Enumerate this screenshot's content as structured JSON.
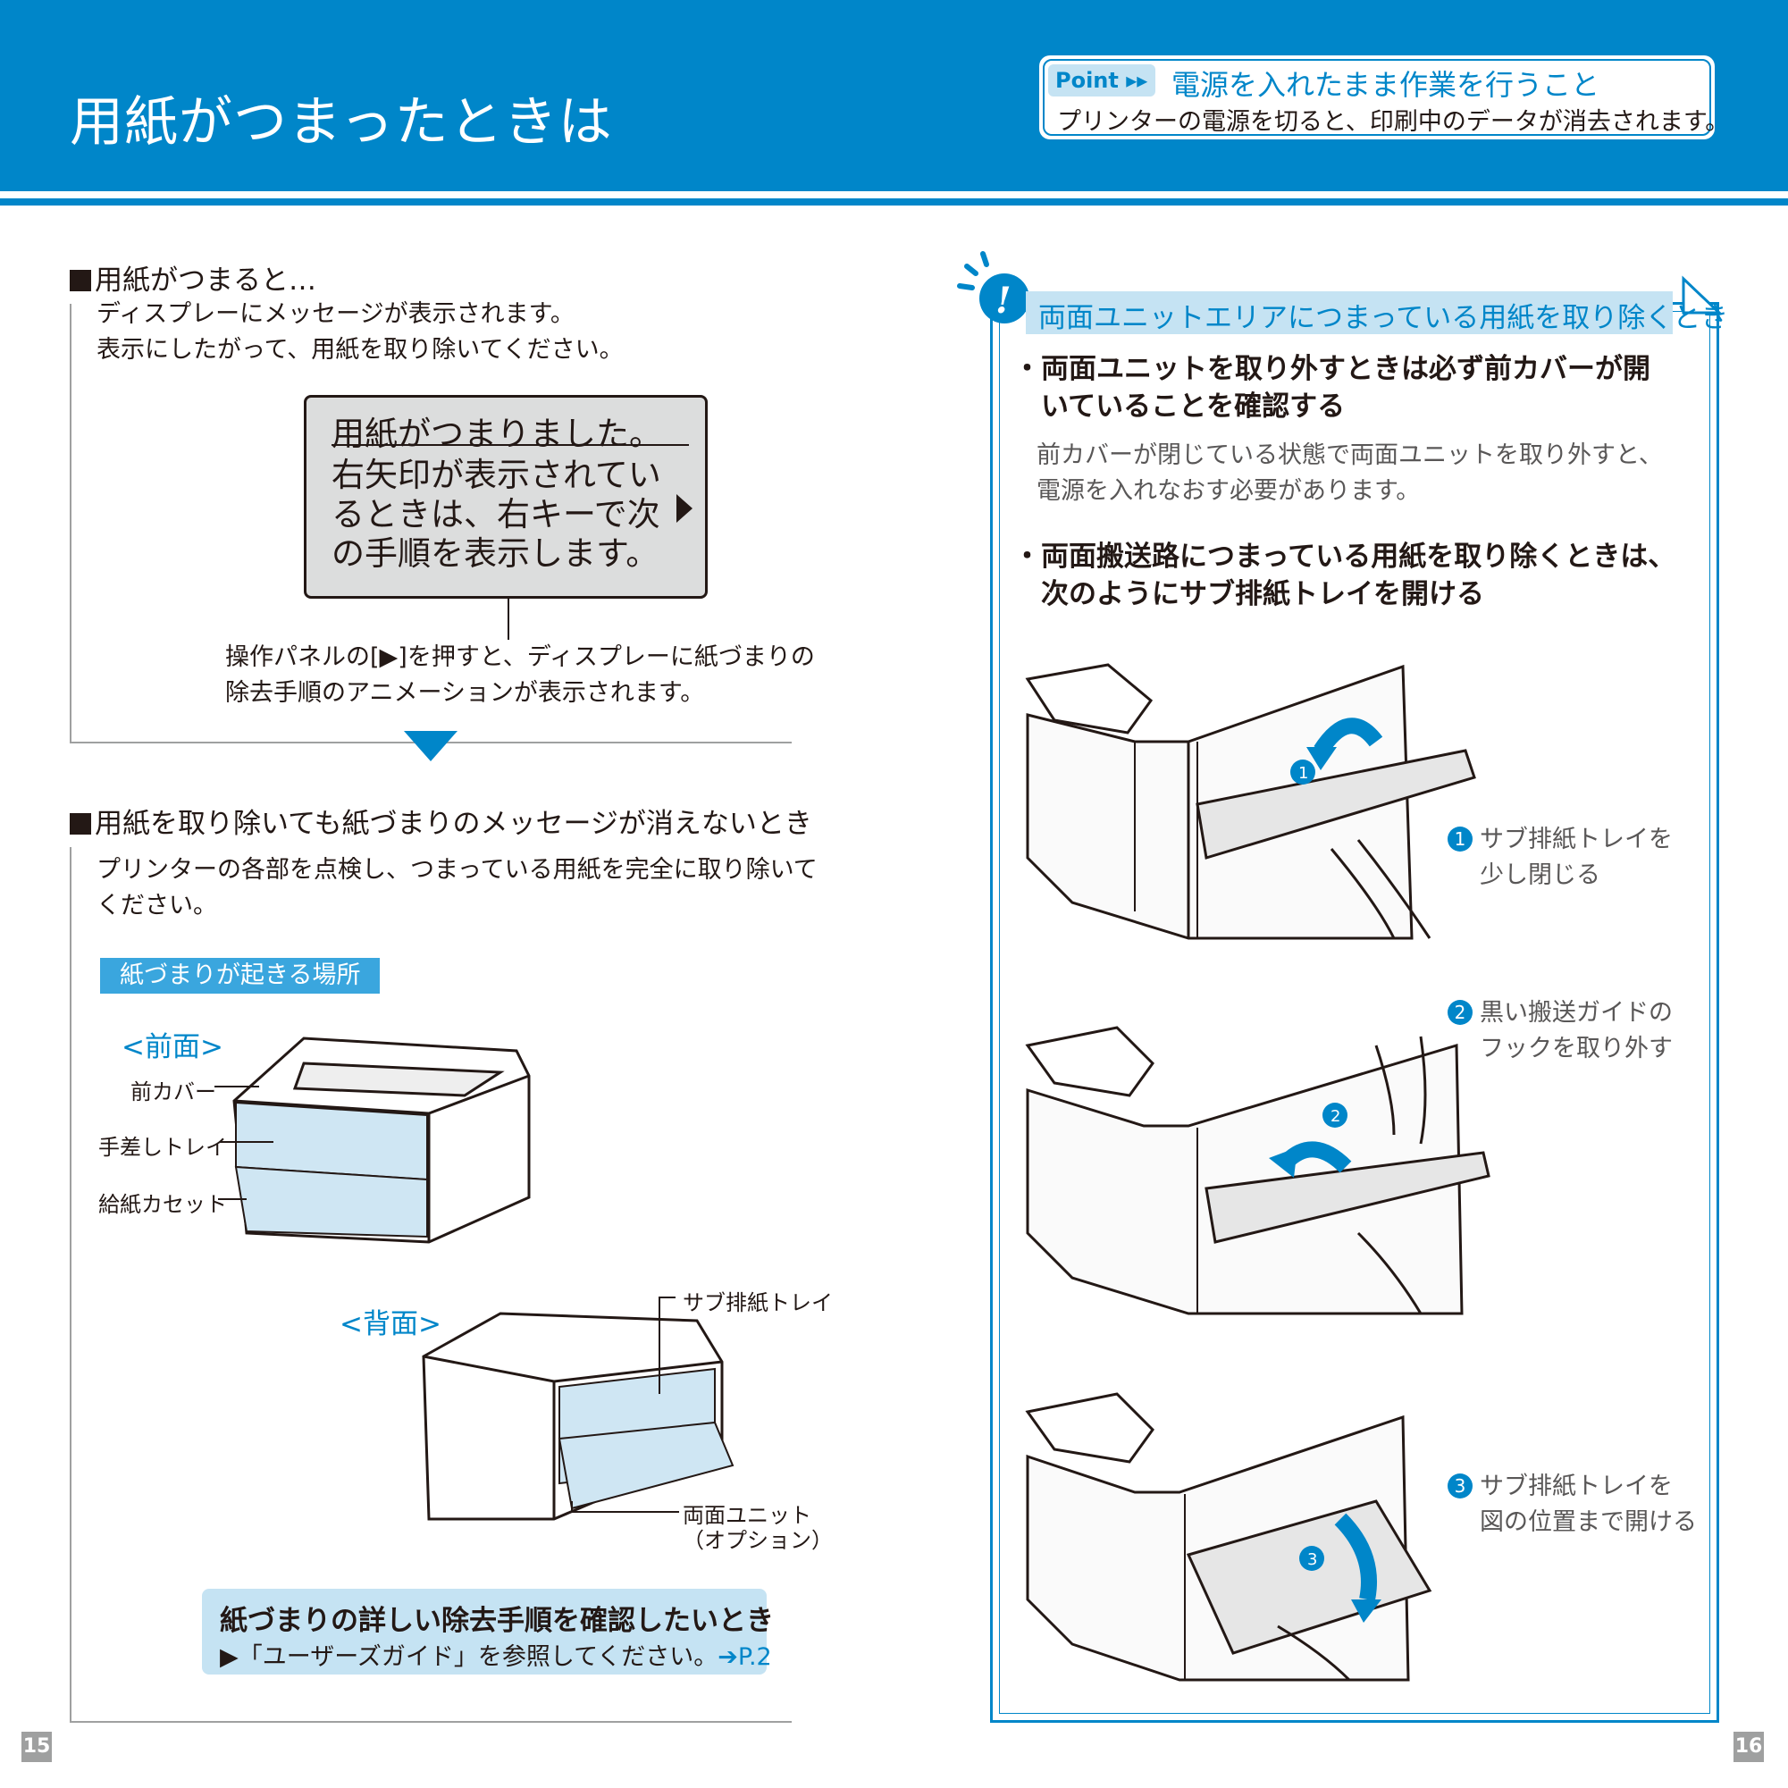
{
  "header": {
    "title": "用紙がつまったときは",
    "point": {
      "badge": "Point ▸▸",
      "heading": "電源を入れたまま作業を行うこと",
      "text": "プリンターの電源を切ると、印刷中のデータが消去されます。"
    }
  },
  "left": {
    "section1": {
      "heading": "用紙がつまると…",
      "lines": [
        "ディスプレーにメッセージが表示されます。",
        "表示にしたがって、用紙を取り除いてください。"
      ],
      "lcd_lines": [
        "用紙がつまりました。",
        "右矢印が表示されてい",
        "るときは、右キーで次",
        "の手順を表示します。"
      ],
      "caption_lines": [
        "操作パネルの[▶]を押すと、ディスプレーに紙づまりの",
        "除去手順のアニメーションが表示されます。"
      ]
    },
    "section2": {
      "heading": "用紙を取り除いても紙づまりのメッセージが消えないとき",
      "lines": [
        "プリンターの各部を点検し、つまっている用紙を完全に取り除いて",
        "ください。"
      ],
      "location_label": "紙づまりが起きる場所",
      "front": {
        "label": "<前面>",
        "callouts": [
          "前カバー",
          "手差しトレイ",
          "給紙カセット"
        ]
      },
      "back": {
        "label": "<背面>",
        "callouts": [
          "サブ排紙トレイ",
          "両面ユニット",
          "（オプション）"
        ]
      },
      "reference": {
        "title": "紙づまりの詳しい除去手順を確認したいとき",
        "text": "▶「ユーザーズガイド」を参照してください。",
        "link": "➔P.2"
      }
    },
    "page_number": "15"
  },
  "right": {
    "tip_title": "両面ユニットエリアにつまっている用紙を取り除くとき",
    "bullet1": {
      "heading_lines": [
        "・両面ユニットを取り外すときは必ず前カバーが開",
        "　いていることを確認する"
      ],
      "body_lines": [
        "前カバーが閉じている状態で両面ユニットを取り外すと、",
        "電源を入れなおす必要があります。"
      ]
    },
    "bullet2": {
      "heading_lines": [
        "・両面搬送路につまっている用紙を取り除くときは、",
        "　次のようにサブ排紙トレイを開ける"
      ]
    },
    "steps": [
      {
        "num": "1",
        "lines": [
          "サブ排紙トレイを",
          "少し閉じる"
        ]
      },
      {
        "num": "2",
        "lines": [
          "黒い搬送ガイドの",
          "フックを取り外す"
        ]
      },
      {
        "num": "3",
        "lines": [
          "サブ排紙トレイを",
          "図の位置まで開ける"
        ]
      }
    ],
    "page_number": "16"
  },
  "colors": {
    "accent": "#0086c9",
    "light_blue": "#c5e3f3",
    "label_blue": "#3aa6de",
    "gray": "#9fa0a0"
  }
}
